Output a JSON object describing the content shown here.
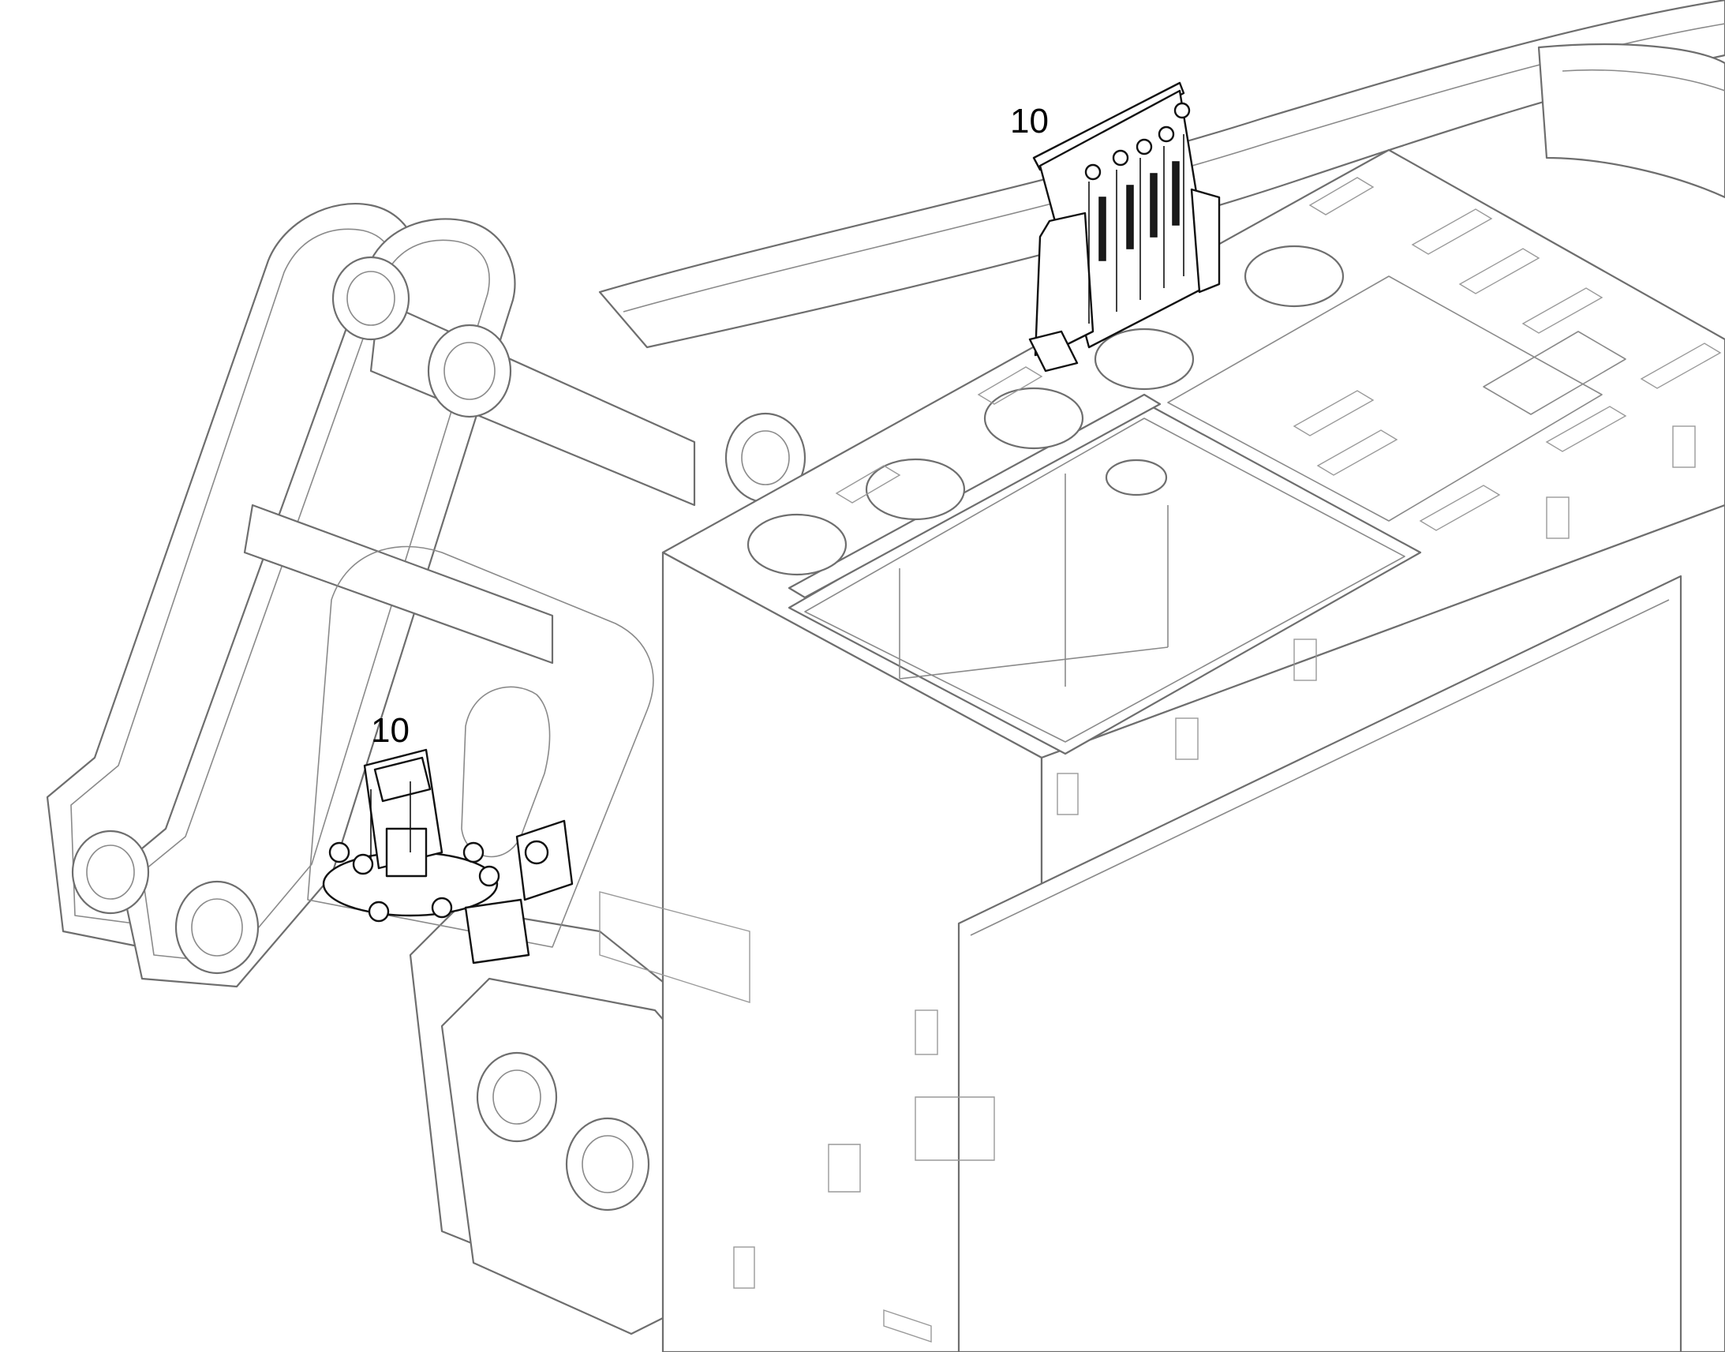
{
  "callouts": [
    {
      "id": "callout-upper",
      "label": "10"
    },
    {
      "id": "callout-lower",
      "label": "10"
    }
  ],
  "colors": {
    "line": "#6e6e6e",
    "highlight": "#111111",
    "background": "#ffffff"
  }
}
